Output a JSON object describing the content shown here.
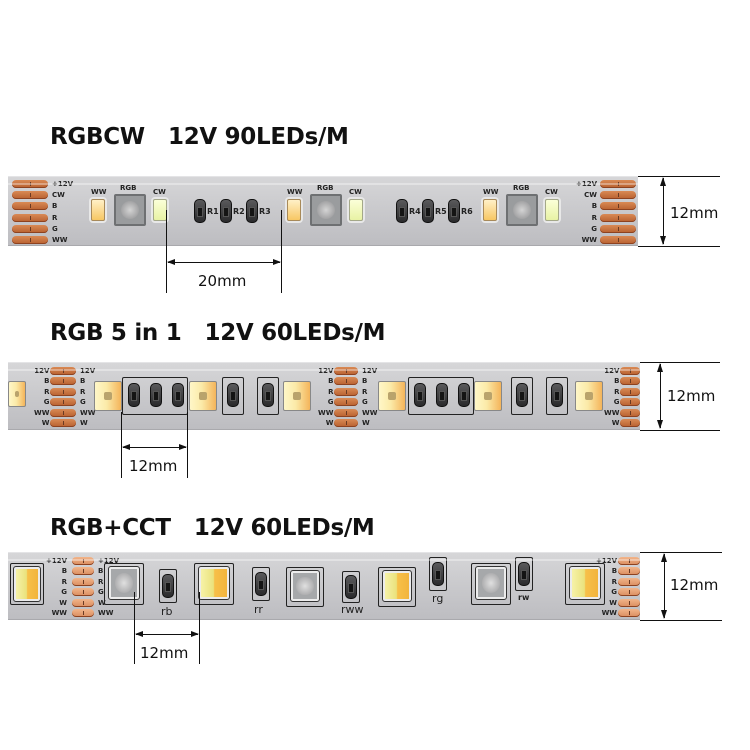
{
  "sections": [
    {
      "title": "RGBCW   12V 90LEDs/M",
      "pad_labels": [
        "+12V",
        "CW",
        "B",
        "R",
        "G",
        "WW"
      ],
      "led_labels": {
        "ww": "WW",
        "rgb": "RGB",
        "cw": "CW"
      },
      "resistors": [
        "R1",
        "R2",
        "R3",
        "R4",
        "R5",
        "R6"
      ],
      "spacing": "20mm",
      "width": "12mm"
    },
    {
      "title": "RGB 5 in 1   12V 60LEDs/M",
      "pad_labels": [
        "12V",
        "B",
        "R",
        "G",
        "WW",
        "W"
      ],
      "spacing": "12mm",
      "width": "12mm"
    },
    {
      "title": "RGB+CCT   12V 60LEDs/M",
      "pad_labels": [
        "+12V",
        "B",
        "R",
        "G",
        "W",
        "WW"
      ],
      "resistors": [
        "rb",
        "rr",
        "rww",
        "rg",
        "rw"
      ],
      "spacing": "12mm",
      "width": "12mm"
    }
  ],
  "colors": {
    "strip": "#c9c9cc",
    "copper_pad": "#c46d3a",
    "warm_white": "#f7c764",
    "cool_white": "#e8f2a4",
    "text": "#111111"
  }
}
